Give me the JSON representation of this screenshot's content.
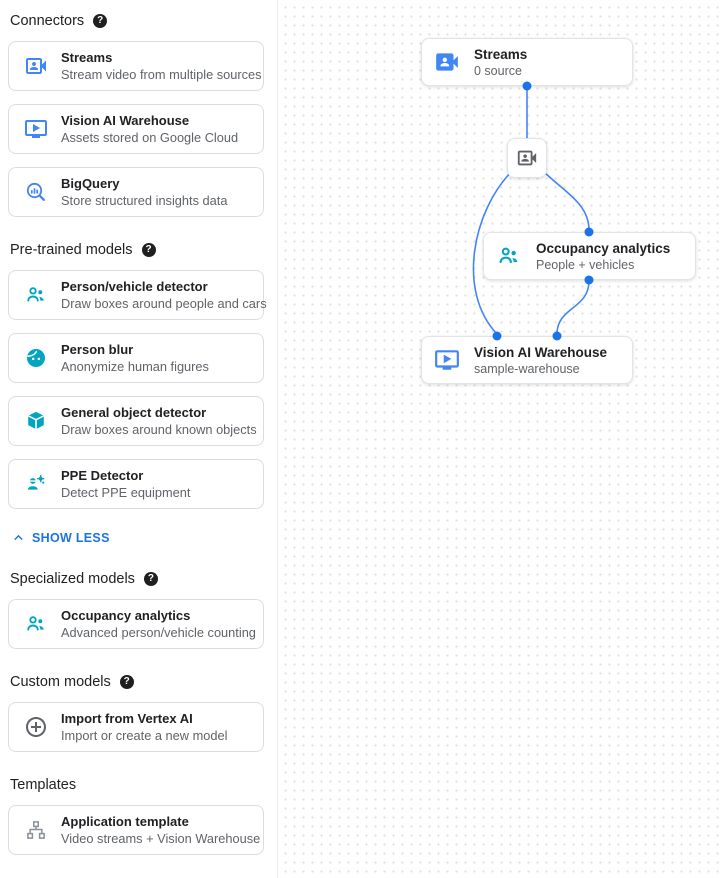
{
  "colors": {
    "connector_icon": "#4285f4",
    "model_icon": "#00a5c0",
    "neutral_icon": "#5f6368",
    "template_icon": "#8a9097",
    "link_blue": "#1a73e8",
    "edge_line": "#4285f4",
    "edge_dot": "#1a73e8"
  },
  "sidebar": {
    "sections": [
      {
        "title": "Connectors",
        "items": [
          {
            "icon": "video-camera-icon",
            "title": "Streams",
            "subtitle": "Stream video from multiple sources"
          },
          {
            "icon": "monitor-play-icon",
            "title": "Vision AI Warehouse",
            "subtitle": "Assets stored on Google Cloud"
          },
          {
            "icon": "bigquery-search-icon",
            "title": "BigQuery",
            "subtitle": "Store structured insights data"
          }
        ]
      },
      {
        "title": "Pre-trained models",
        "items": [
          {
            "icon": "people-icon",
            "title": "Person/vehicle detector",
            "subtitle": "Draw boxes around people and cars"
          },
          {
            "icon": "face-icon",
            "title": "Person blur",
            "subtitle": "Anonymize human figures"
          },
          {
            "icon": "cube-icon",
            "title": "General object detector",
            "subtitle": "Draw boxes around known objects"
          },
          {
            "icon": "ppe-icon",
            "title": "PPE Detector",
            "subtitle": "Detect PPE equipment"
          }
        ]
      },
      {
        "title": "Specialized models",
        "items": [
          {
            "icon": "people-icon",
            "title": "Occupancy analytics",
            "subtitle": "Advanced person/vehicle counting"
          }
        ]
      },
      {
        "title": "Custom models",
        "items": [
          {
            "icon": "add-circle-icon",
            "title": "Import from Vertex AI",
            "subtitle": "Import or create a new model"
          }
        ]
      },
      {
        "title": "Templates",
        "items": [
          {
            "icon": "app-tree-icon",
            "title": "Application template",
            "subtitle": "Video streams + Vision Warehouse"
          }
        ]
      }
    ],
    "show_less_label": "SHOW LESS"
  },
  "canvas": {
    "nodes": {
      "streams": {
        "icon": "video-camera-icon",
        "title": "Streams",
        "subtitle": "0 source"
      },
      "camera": {
        "icon": "video-camera-icon"
      },
      "occupancy": {
        "icon": "people-icon",
        "title": "Occupancy analytics",
        "subtitle": "People + vehicles"
      },
      "warehouse": {
        "icon": "monitor-play-icon",
        "title": "Vision AI Warehouse",
        "subtitle": "sample-warehouse"
      }
    }
  }
}
